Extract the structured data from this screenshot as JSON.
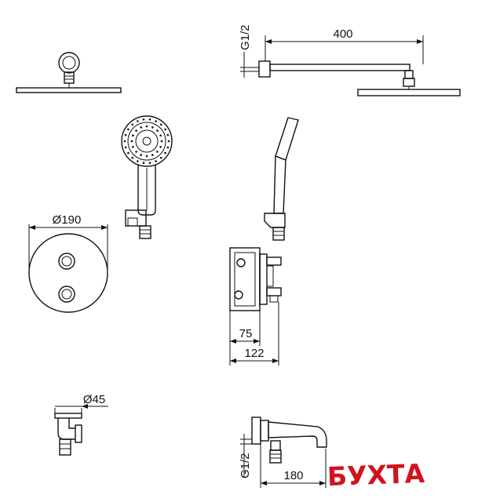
{
  "dimensions": {
    "arm_length": "400",
    "arm_thread": "G1/2",
    "head_diameter": "Ø190",
    "box_depth_inner": "75",
    "box_depth_outer": "122",
    "outlet_diameter": "Ø45",
    "spout_thread": "G1/2",
    "spout_length": "180"
  },
  "watermark": {
    "text": "БУХТА",
    "color": "#d2121f"
  }
}
